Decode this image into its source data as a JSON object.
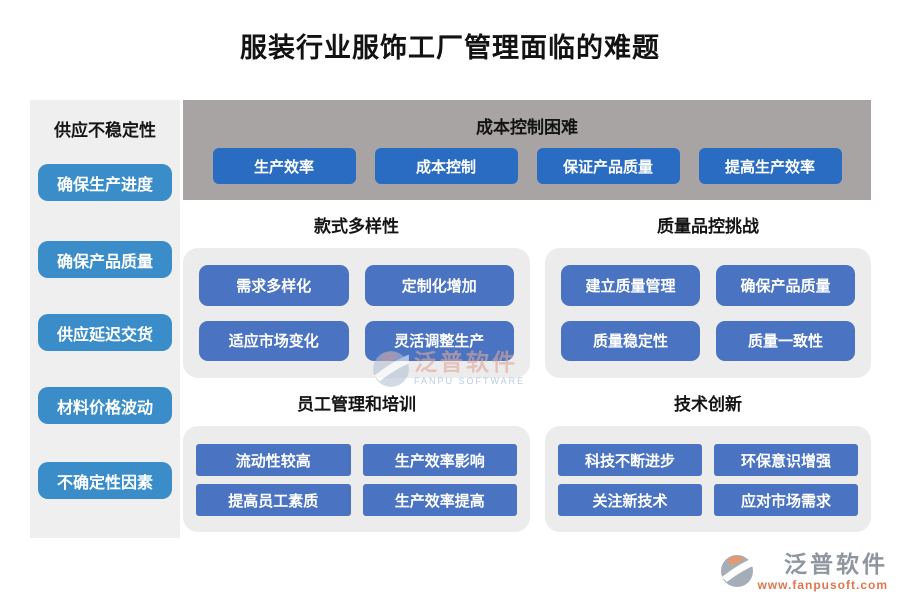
{
  "title": "服装行业服饰工厂管理面临的难题",
  "sidebar": {
    "header": "供应不稳定性",
    "items": [
      {
        "label": "确保生产进度"
      },
      {
        "label": "确保产品质量"
      },
      {
        "label": "供应延迟交货"
      },
      {
        "label": "材料价格波动"
      },
      {
        "label": "不确定性因素"
      }
    ]
  },
  "banner": {
    "header": "成本控制困难",
    "items": [
      {
        "label": "生产效率"
      },
      {
        "label": "成本控制"
      },
      {
        "label": "保证产品质量"
      },
      {
        "label": "提高生产效率"
      }
    ]
  },
  "sections": [
    {
      "header": "款式多样性",
      "items": [
        {
          "label": "需求多样化"
        },
        {
          "label": "定制化增加"
        },
        {
          "label": "适应市场变化"
        },
        {
          "label": "灵活调整生产"
        }
      ]
    },
    {
      "header": "质量品控挑战",
      "items": [
        {
          "label": "建立质量管理"
        },
        {
          "label": "确保产品质量"
        },
        {
          "label": "质量稳定性"
        },
        {
          "label": "质量一致性"
        }
      ]
    },
    {
      "header": "员工管理和培训",
      "items": [
        {
          "label": "流动性较高"
        },
        {
          "label": "生产效率影响"
        },
        {
          "label": "提高员工素质"
        },
        {
          "label": "生产效率提高"
        }
      ]
    },
    {
      "header": "技术创新",
      "items": [
        {
          "label": "科技不断进步"
        },
        {
          "label": "环保意识增强"
        },
        {
          "label": "关注新技术"
        },
        {
          "label": "应对市场需求"
        }
      ]
    }
  ],
  "watermark": {
    "brand": "泛普软件",
    "subtitle": "FANPU SOFTWARE"
  },
  "footer": {
    "brand": "泛普软件",
    "url": "www.fanpusoft.com"
  },
  "colors": {
    "sidebar_bg": "#f0efef",
    "banner_bg": "#a8a4a4",
    "panel_bg": "#ececec",
    "sidebar_button": "#3a8dc8",
    "banner_button": "#2a6cc2",
    "section_button": "#4a73c2",
    "footer_url": "#e0764e"
  }
}
